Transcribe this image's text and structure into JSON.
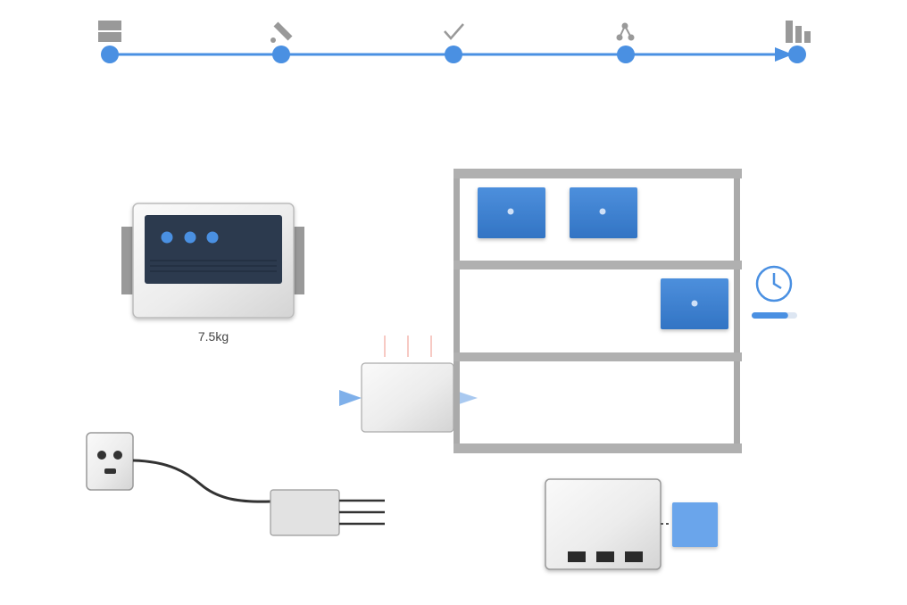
{
  "timeline": {
    "steps": [
      {
        "icon": "storage-icon"
      },
      {
        "icon": "pen-icon"
      },
      {
        "icon": "check-icon"
      },
      {
        "icon": "nodes-icon"
      },
      {
        "icon": "bar-chart-icon"
      }
    ],
    "color": "#4a90e2"
  },
  "scale_device": {
    "weight_label": "7.5kg",
    "screen_color": "#2c3a4e",
    "indicator_color": "#4a90e2"
  },
  "shelf": {
    "rows": 3,
    "boxes": [
      {
        "row": 1,
        "slot": 1
      },
      {
        "row": 1,
        "slot": 2
      },
      {
        "row": 2,
        "slot": 3
      }
    ],
    "box_color": "#3d7fcf",
    "frame_color": "#aaaaaa"
  },
  "timer": {
    "icon": "clock-icon",
    "progress": 0.8,
    "color": "#4a90e2"
  },
  "power": {
    "outlet_icon": "wall-outlet-icon",
    "adapter_icon": "power-adapter-icon"
  },
  "hub": {
    "ports": 3,
    "attached_color": "#6aa5eb"
  }
}
